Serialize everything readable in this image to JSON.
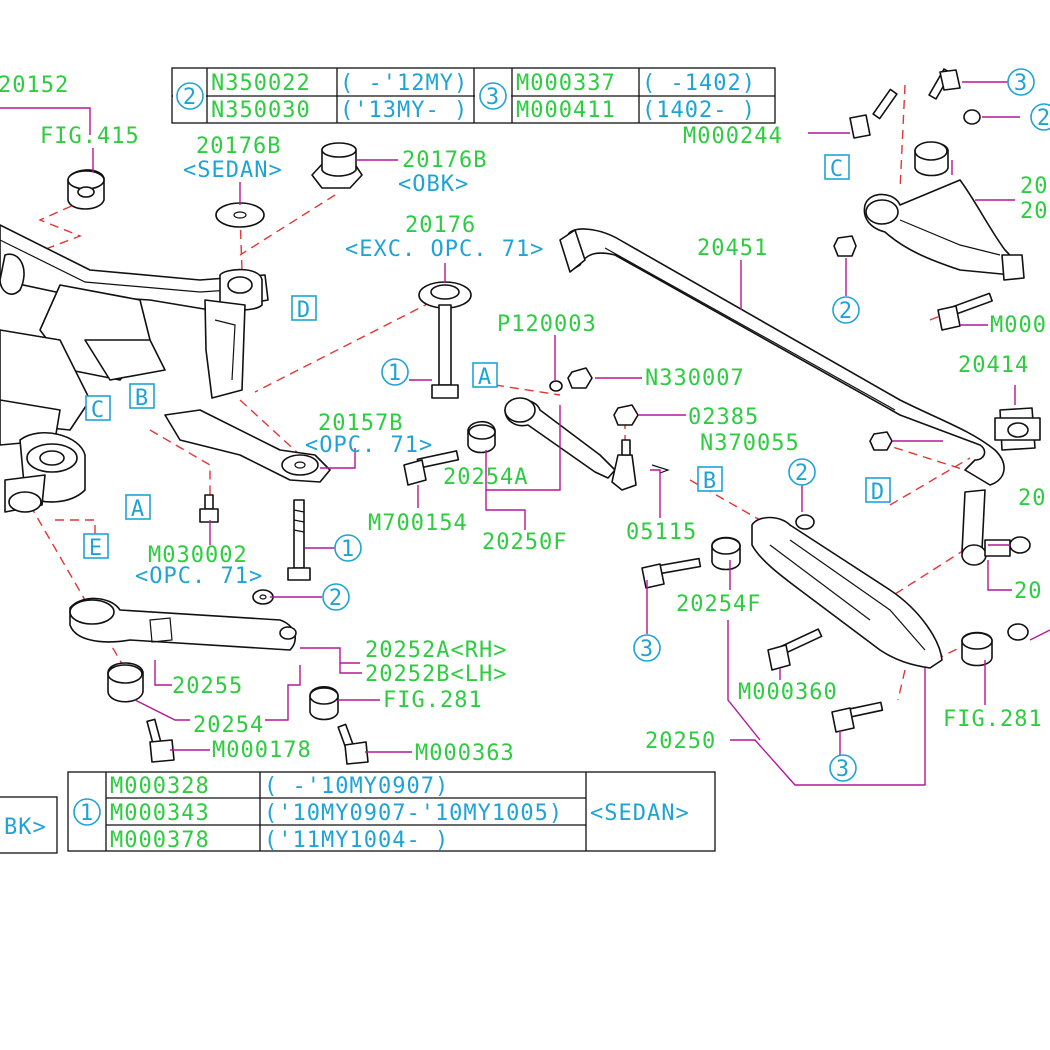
{
  "colors": {
    "part_number": "#2ecc40",
    "note": "#1fa3d6",
    "leader": "#b3179a",
    "guide": "#e23636",
    "line_art": "#111111"
  },
  "labels": {
    "p20152": "20152",
    "fig415": "FIG.415",
    "p20176b_left": "20176B",
    "sedan": "<SEDAN>",
    "p20176b_right": "20176B",
    "obk": "<OBK>",
    "p20176": "20176",
    "exc_opc71": "<EXC. OPC. 71>",
    "p20451": "20451",
    "m000244": "M000244",
    "p120003": "P120003",
    "n330007": "N330007",
    "p02385": "02385",
    "n370055": "N370055",
    "p20414": "20414",
    "p20157b": "20157B",
    "opc71_a": "<OPC. 71>",
    "p20254a": "20254A",
    "m700154": "M700154",
    "p20250f": "20250F",
    "p05115": "05115",
    "m030002": "M030002",
    "opc71_b": "<OPC. 71>",
    "p20254f": "20254F",
    "m000360": "M000360",
    "p20250": "20250",
    "p20252a": "20252A<RH>",
    "p20252b": "20252B<LH>",
    "p20255": "20255",
    "fig281_mid": "FIG.281",
    "p20254": "20254",
    "m000178": "M000178",
    "m000363": "M000363",
    "fig281_right": "FIG.281",
    "cut_20_top1": "20",
    "cut_20_top2": "20",
    "cut_m000": "M000",
    "cut_20_mid": "20",
    "cut_20_low": "20",
    "cut_bk": "BK>"
  },
  "ref_boxes": {
    "A": "A",
    "B": "B",
    "C": "C",
    "D": "D",
    "E": "E"
  },
  "callouts": {
    "one": "1",
    "two": "2",
    "three": "3"
  },
  "table_top": {
    "group2": {
      "key": "2",
      "rows": [
        {
          "part": "N350022",
          "range": "( -'12MY)"
        },
        {
          "part": "N350030",
          "range": "('13MY- )"
        }
      ]
    },
    "group3": {
      "key": "3",
      "rows": [
        {
          "part": "M000337",
          "range": "( -1402)"
        },
        {
          "part": "M000411",
          "range": "(1402- )"
        }
      ]
    }
  },
  "table_bottom": {
    "key": "1",
    "rows": [
      {
        "part": "M000328",
        "range": "( -'10MY0907)"
      },
      {
        "part": "M000343",
        "range": "('10MY0907-'10MY1005)"
      },
      {
        "part": "M000378",
        "range": "('11MY1004- )"
      }
    ],
    "note": "<SEDAN>"
  }
}
